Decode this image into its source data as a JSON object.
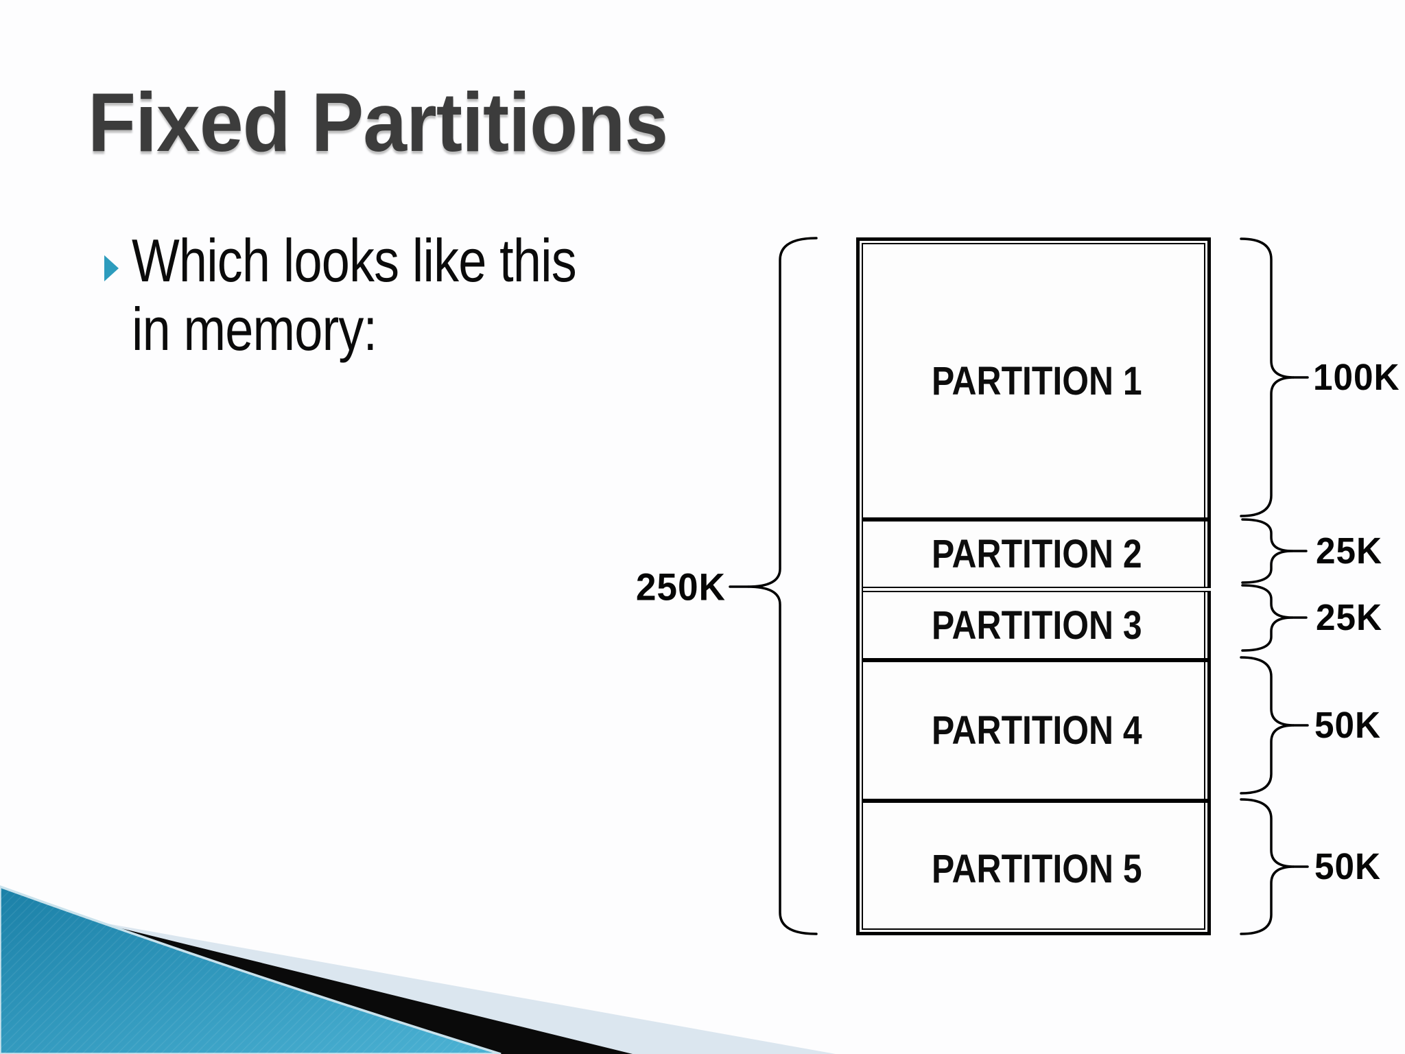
{
  "slide": {
    "title": "Fixed Partitions"
  },
  "bullet": {
    "line1": "Which looks like this",
    "line2": "in memory:"
  },
  "diagram": {
    "total_label": "250K",
    "partitions": [
      {
        "name": "PARTITION 1",
        "size": "100K"
      },
      {
        "name": "PARTITION 2",
        "size": "25K"
      },
      {
        "name": "PARTITION 3",
        "size": "25K"
      },
      {
        "name": "PARTITION 4",
        "size": "50K"
      },
      {
        "name": "PARTITION 5",
        "size": "50K"
      }
    ]
  },
  "colors": {
    "accent": "#2d9cbd",
    "title_gray": "#3c3c3c",
    "teal_dark": "#1b80a7",
    "teal_mid": "#2e95ba",
    "teal_light": "#4ab0d2",
    "stripe_black": "#0a0a0a",
    "pale_wedge": "#dbe6ef",
    "teal_edge": "#c9e2ec"
  }
}
